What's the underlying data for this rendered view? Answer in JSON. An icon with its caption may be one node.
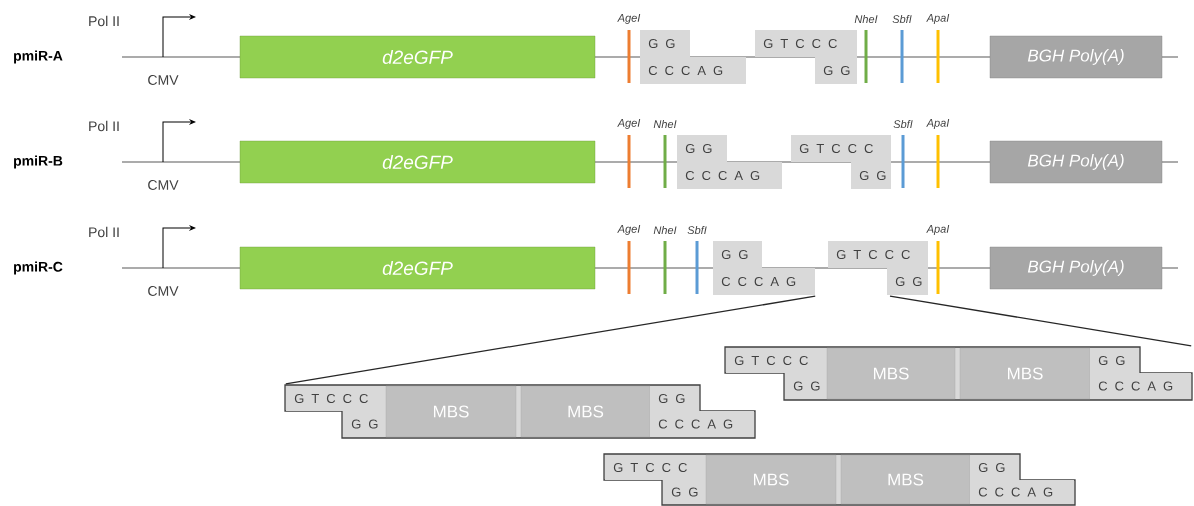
{
  "diagram": {
    "nodes": [
      {
        "text": [
          "d2eGFP"
        ]
      },
      {
        "text": [
          "G G",
          "C C C A G"
        ]
      },
      {
        "text": [
          "G T C C C",
          "G G"
        ]
      },
      {
        "text": [
          "BGH Poly(A)"
        ]
      },
      {
        "text": [
          "d2eGFP"
        ]
      },
      {
        "text": [
          "G G",
          "C C C A G"
        ]
      },
      {
        "text": [
          "G T C C C",
          "G G"
        ]
      },
      {
        "text": [
          "BGH Poly(A)"
        ]
      },
      {
        "text": [
          "d2eGFP"
        ]
      },
      {
        "text": [
          "G G",
          "C C C A G"
        ]
      },
      {
        "text": [
          "G T C C C",
          "G G"
        ]
      },
      {
        "text": [
          "BGH Poly(A)"
        ]
      },
      {
        "text": [
          "G T C C C",
          "G G"
        ]
      },
      {
        "text": [
          "MBS"
        ]
      },
      {
        "text": [
          "MBS"
        ]
      },
      {
        "text": [
          "G G",
          "C C C A G"
        ]
      },
      {
        "text": [
          "G T C C C",
          "G G"
        ]
      },
      {
        "text": [
          "MBS"
        ]
      },
      {
        "text": [
          "MBS"
        ]
      },
      {
        "text": [
          "G G",
          "C C C A G"
        ]
      },
      {
        "text": [
          "G T C C C",
          "G G"
        ]
      },
      {
        "text": [
          "MBS"
        ]
      },
      {
        "text": [
          "MBS"
        ]
      },
      {
        "text": [
          "G G",
          "C C C A G"
        ]
      }
    ],
    "edges": [
      {
        "from": 9,
        "to": 16,
        "arrow": "none"
      },
      {
        "from": 10,
        "to": 15,
        "arrow": "none"
      }
    ],
    "labels": [
      "Pol II",
      "AgeI",
      "NheI",
      "SbfI",
      "ApaI",
      "pmiR-A",
      "CMV",
      "Pol II",
      "AgeI",
      "NheI",
      "SbfI",
      "ApaI",
      "pmiR-B",
      "CMV",
      "Pol II",
      "AgeI",
      "NheI",
      "SbfI",
      "ApaI",
      "pmiR-C",
      "CMV"
    ]
  }
}
